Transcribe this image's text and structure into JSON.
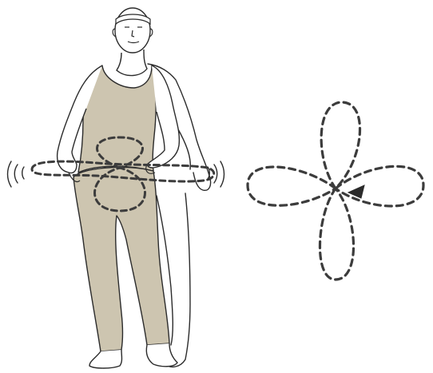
{
  "illustration": {
    "figure_icon": "person-hip-circle-figure",
    "pattern_icon": "four-petal-dashed-loop",
    "arrow_icon": "direction-arrow",
    "motion_icon": "motion-lines",
    "colors": {
      "outline": "#2b2b2b",
      "clothing": "#cdc5b0",
      "dash": "#3c3c3c",
      "background": "#ffffff"
    }
  }
}
